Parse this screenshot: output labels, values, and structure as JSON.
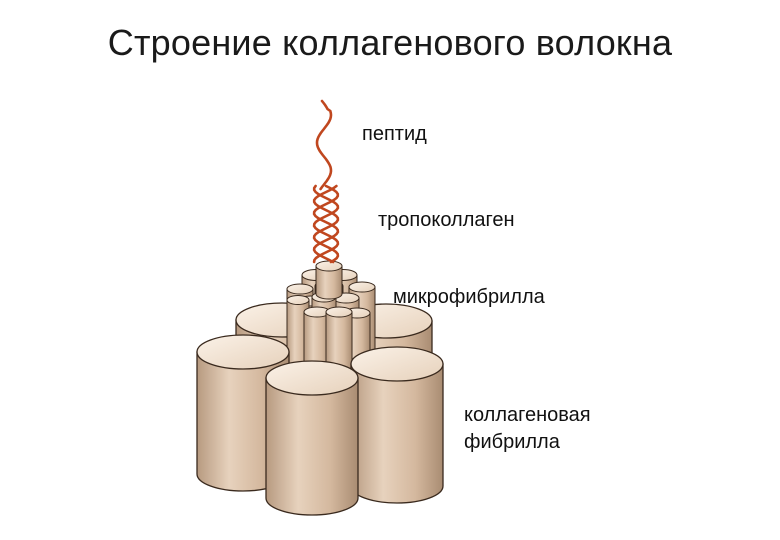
{
  "title": "Строение коллагенового волокна",
  "labels": {
    "peptide": "пептид",
    "tropocollagen": "тропоколлаген",
    "microfibril": "микрофибрилла",
    "fibril_line1": "коллагеновая",
    "fibril_line2": "фибрилла"
  },
  "colors": {
    "cylinder_body": "#d8bca2",
    "cylinder_top": "#f3e5d6",
    "outline": "#3a2a1e",
    "helix": "#c0471f"
  }
}
